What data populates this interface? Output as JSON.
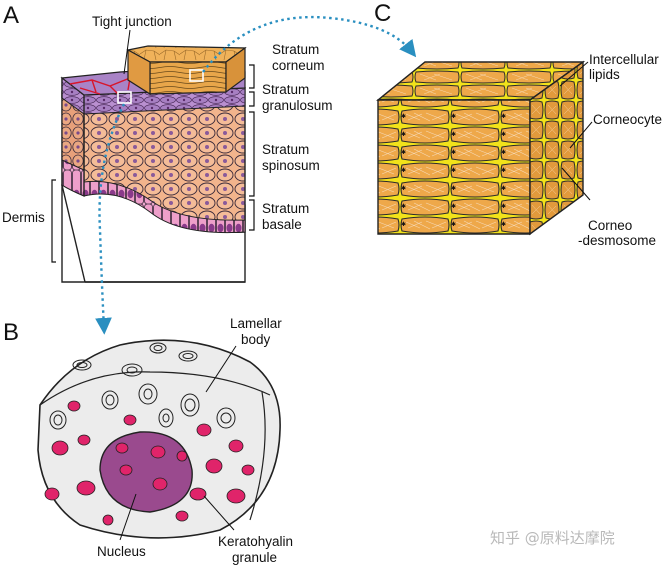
{
  "panels": {
    "a": "A",
    "b": "B",
    "c": "C"
  },
  "panel_a": {
    "tight_junction": "Tight junction",
    "stratum_corneum": [
      "Stratum",
      "corneum"
    ],
    "stratum_granulosum": [
      "Stratum",
      "granulosum"
    ],
    "stratum_spinosum": [
      "Stratum",
      "spinosum"
    ],
    "stratum_basale": [
      "Stratum",
      "basale"
    ],
    "dermis": "Dermis"
  },
  "panel_b": {
    "lamellar_body": [
      "Lamellar",
      "body"
    ],
    "nucleus": "Nucleus",
    "keratohyalin_granule": [
      "Keratohyalin",
      "granule"
    ]
  },
  "panel_c": {
    "intercellular_lipids": [
      "Intercellular",
      "lipids"
    ],
    "corneocyte": "Corneocyte",
    "corneodesmosome": [
      "Corneo",
      "-desmosome"
    ]
  },
  "watermark": "知乎 @原料达摩院",
  "colors": {
    "corneum": "#e8a64a",
    "granulosum": "#a77fc2",
    "spinosum": "#f2b48c",
    "basale": "#e69ac6",
    "cell_outline": "#3a2a3a",
    "nucleus_purple": "#9a4a8e",
    "granule_pink": "#e0246a",
    "corneocyte_orange": "#eea84a",
    "lipid_yellow": "#f2e21a",
    "arrow_blue": "#2a8fc0"
  }
}
